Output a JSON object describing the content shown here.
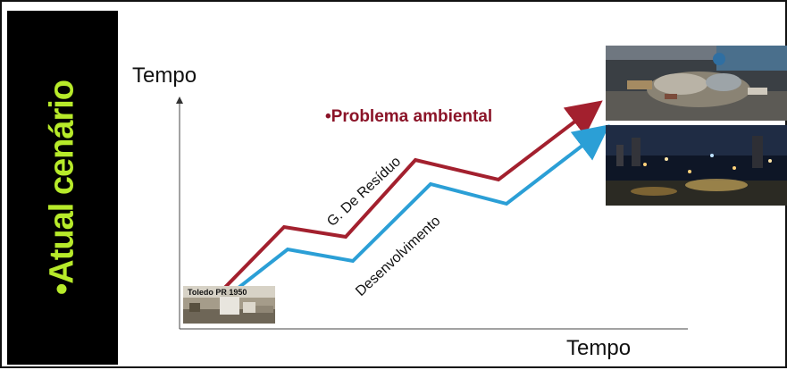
{
  "slide": {
    "sidebar_title": "•Atual cenário",
    "sidebar_text_color": "#b7ea2a",
    "sidebar_bg": "#000000"
  },
  "diagram": {
    "y_axis_label": "Tempo",
    "x_axis_label": "Tempo",
    "heading": "•Problema ambiental",
    "heading_color": "#8b1428",
    "series": [
      {
        "label": "G. De Resíduo",
        "color": "#a3202e"
      },
      {
        "label": "Desenvolvimento",
        "color": "#2b9fd6"
      }
    ],
    "photos": {
      "old_city_caption": "Toledo PR 1950",
      "waste_photo": "garbage-pile-photo",
      "night_city_photo": "night-city-photo"
    }
  }
}
